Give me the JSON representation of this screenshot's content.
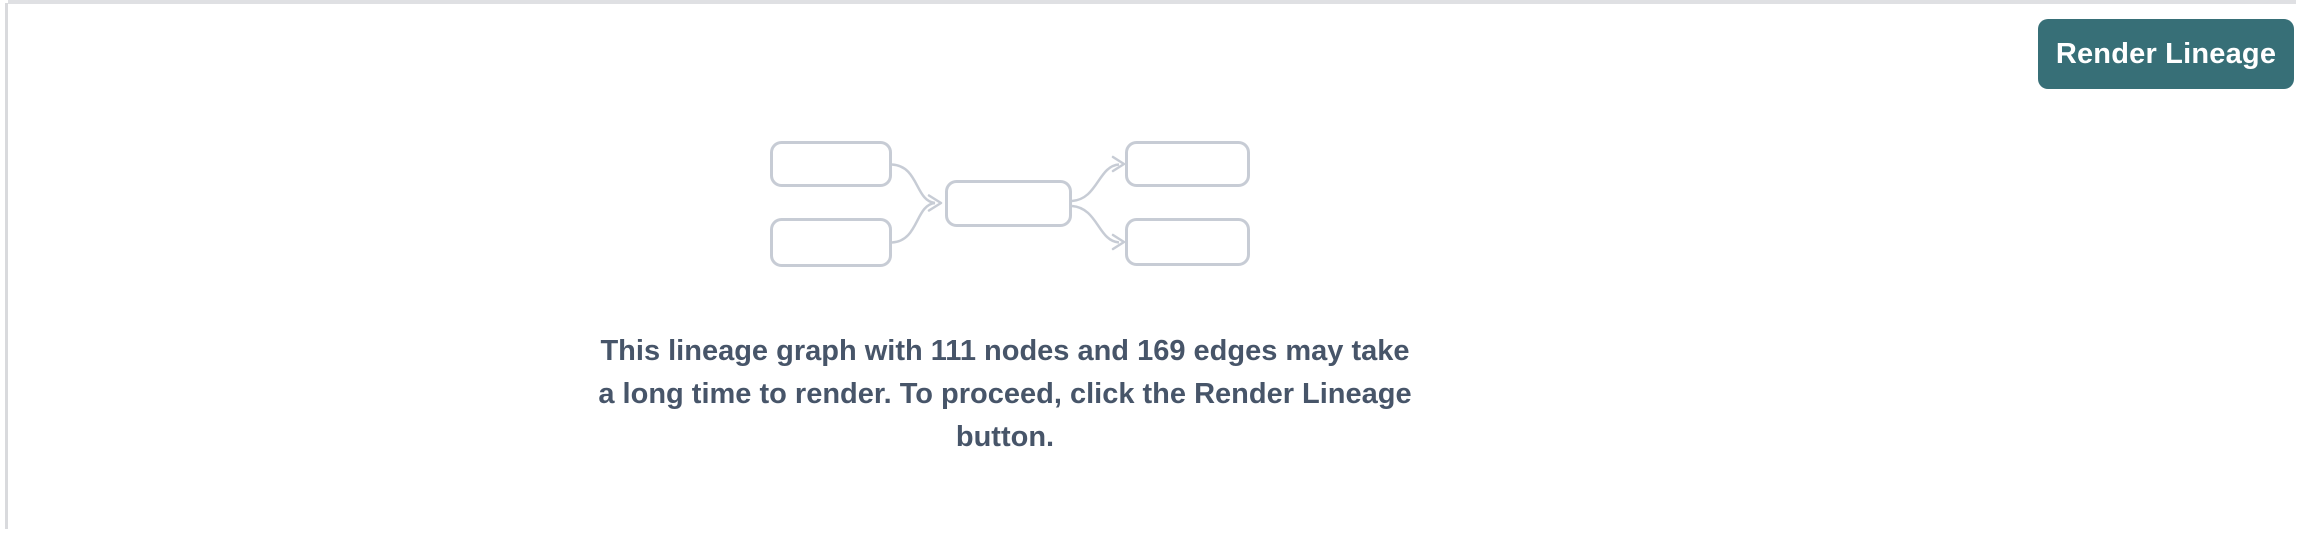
{
  "panel": {
    "background_color": "#ffffff",
    "top_rule_color": "#dfe0e3",
    "left_rule_color": "#d9dadd"
  },
  "toolbar": {
    "render_lineage_label": "Render Lineage",
    "button_color": "#376f77",
    "button_text_color": "#ffffff"
  },
  "lineage_placeholder": {
    "icon_name": "lineage-graph-placeholder-icon",
    "node_count_in_icon": 5,
    "edge_count_in_icon": 4,
    "stroke_color": "#c7ccd5",
    "node_fill_color": "#ffffff"
  },
  "message": {
    "full_text": "This lineage graph with 111 nodes and 169 edges may take a long time to render. To proceed, click the Render Lineage button.",
    "lines": [
      "This lineage graph with 111 nodes and 169 edges may take",
      "a long time to render. To proceed, click the Render Lineage",
      "button."
    ],
    "node_count": "111",
    "edge_count": "169",
    "text_color": "#475569"
  }
}
